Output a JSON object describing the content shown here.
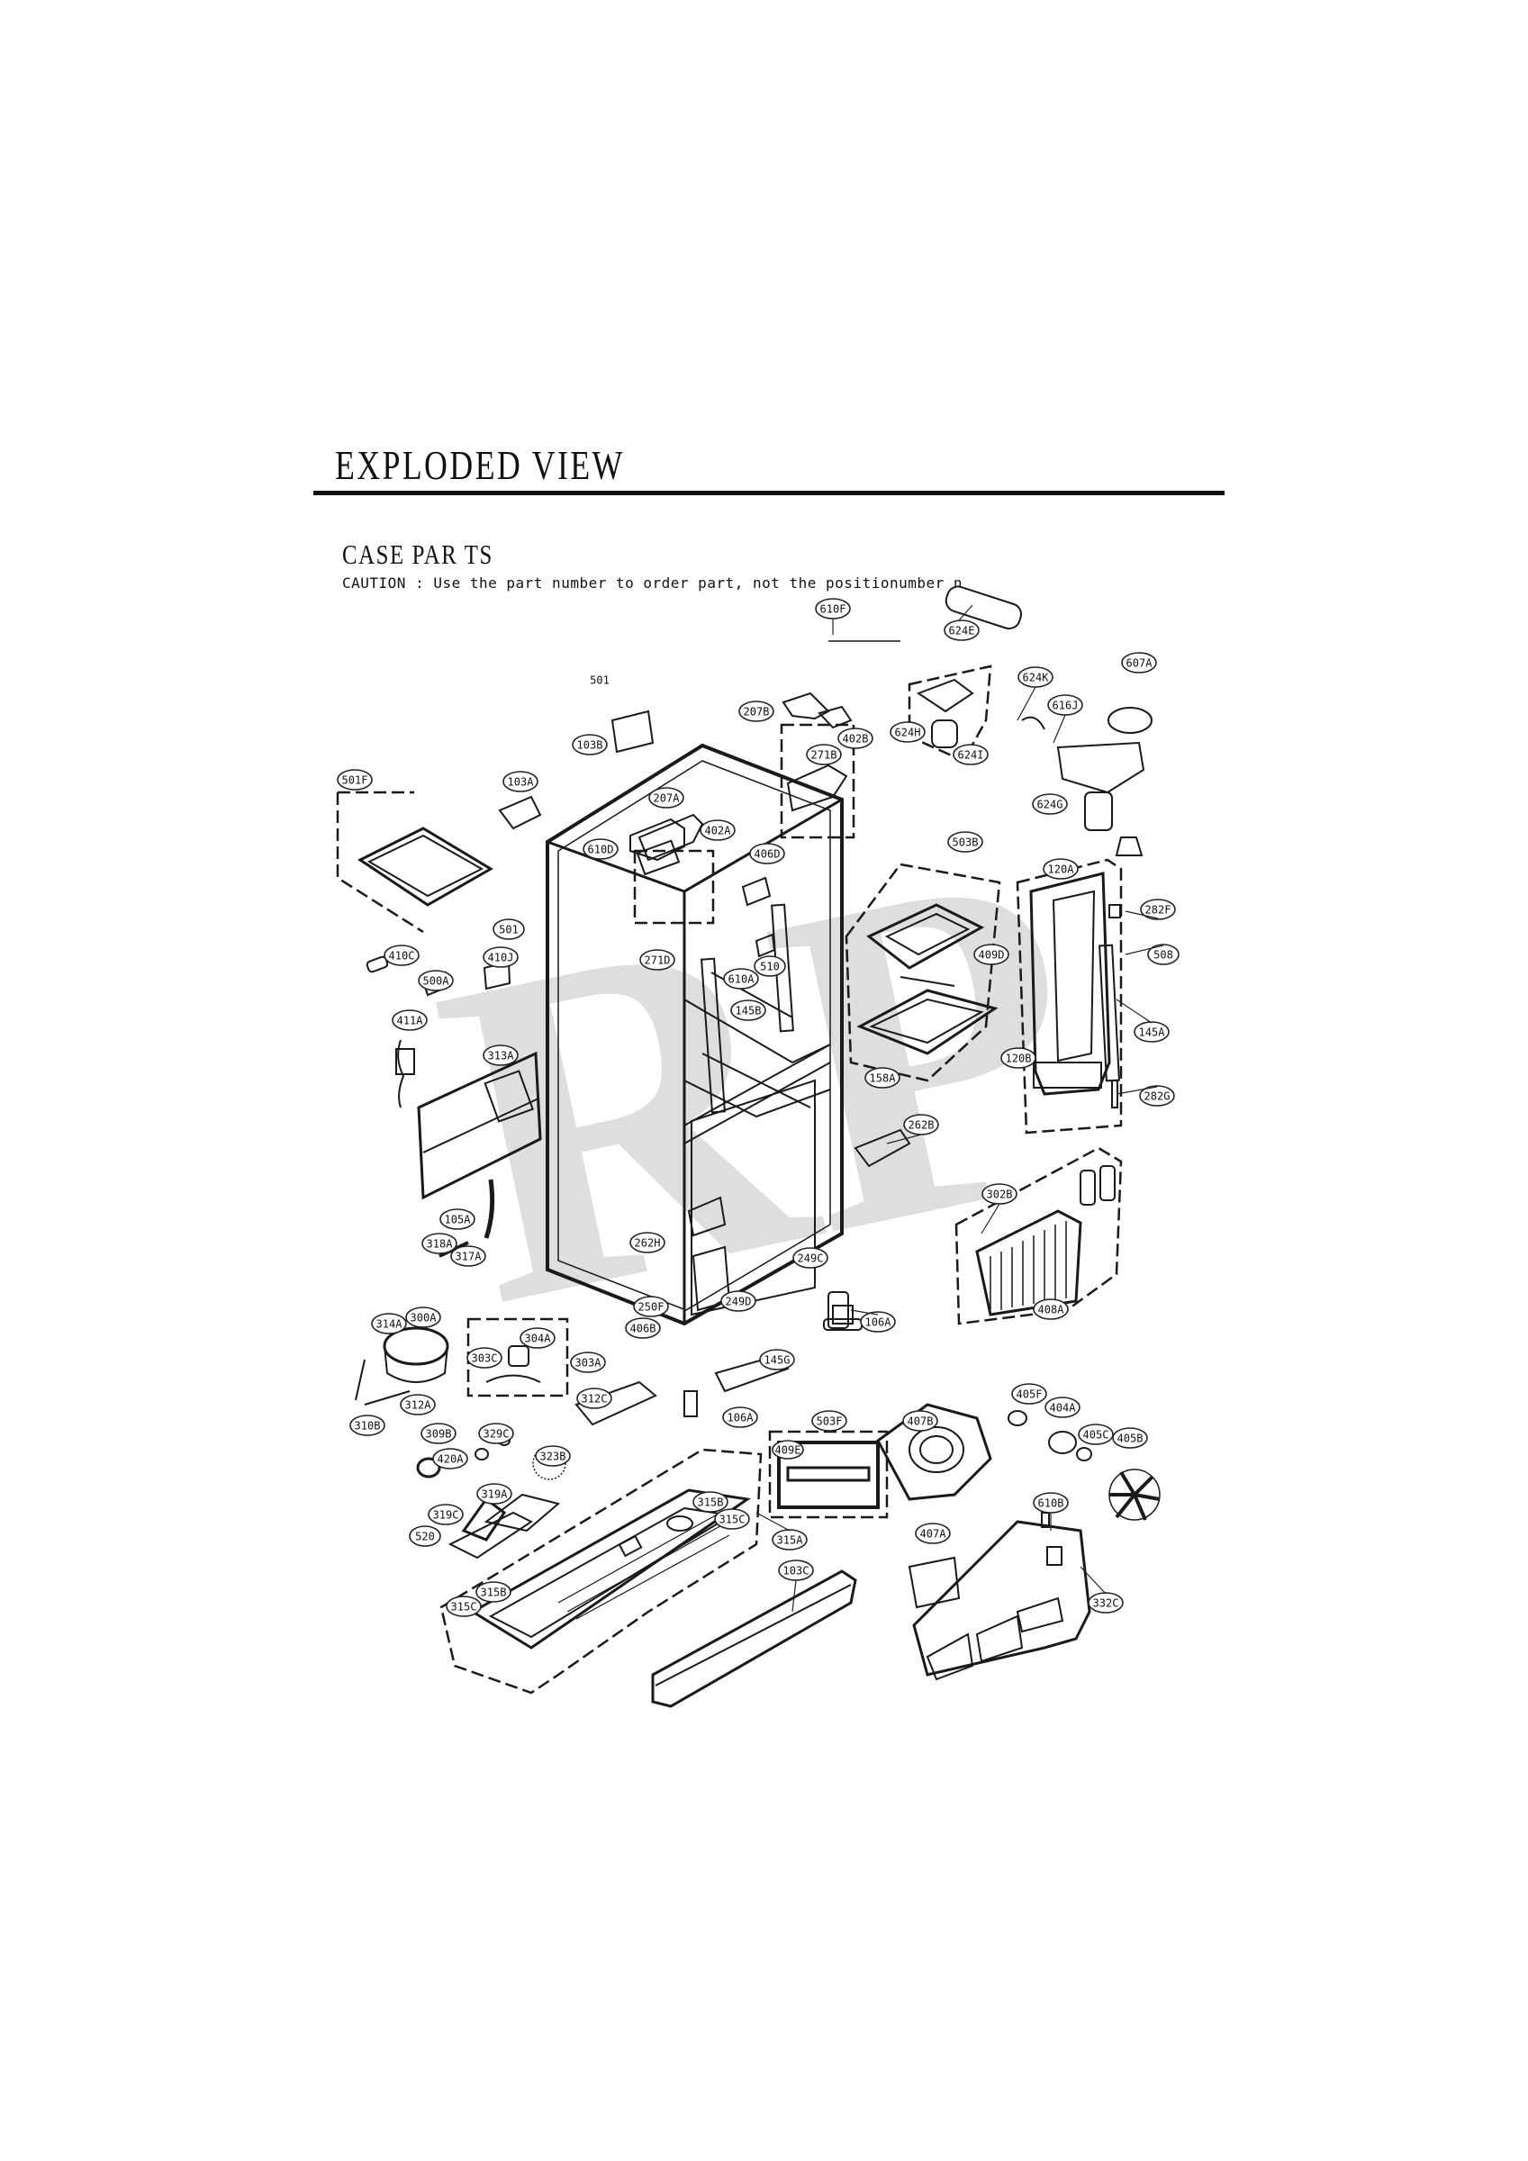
{
  "header": {
    "title": "EXPLODED VIEW",
    "section": "CASE  PAR TS",
    "caution": "CAUTION : Use the part number to order part, not the positionumber n"
  },
  "watermark": "RP",
  "callouts": {
    "c610F": "610F",
    "c624E": "624E",
    "c607A": "607A",
    "c624K": "624K",
    "c616J": "616J",
    "c624H": "624H",
    "c624I": "624I",
    "c624G": "624G",
    "c207B": "207B",
    "c402B": "402B",
    "c271B": "271B",
    "c103B": "103B",
    "c501F": "501F",
    "c103A": "103A",
    "c207A": "207A",
    "c402A": "402A",
    "c610D": "610D",
    "c406D": "406D",
    "c503B": "503B",
    "c120A": "120A",
    "c282F": "282F",
    "c508": "508",
    "c501": "501",
    "c410J": "410J",
    "c410C": "410C",
    "c271D": "271D",
    "c610A": "610A",
    "c510": "510",
    "c409D": "409D",
    "c500A": "500A",
    "c145B": "145B",
    "c145A": "145A",
    "c411A": "411A",
    "c158A": "158A",
    "c120B": "120B",
    "c313A": "313A",
    "c282G": "282G",
    "c262B": "262B",
    "c302B": "302B",
    "c105A": "105A",
    "c262H": "262H",
    "c318A": "318A",
    "c317A": "317A",
    "c249C": "249C",
    "c250F": "250F",
    "c249D": "249D",
    "c406B": "406B",
    "c106A": "106A",
    "c408A": "408A",
    "c314A": "314A",
    "c300A": "300A",
    "c304A": "304A",
    "c303C": "303C",
    "c303A": "303A",
    "c145G": "145G",
    "c312A": "312A",
    "c310B": "310B",
    "c312C": "312C",
    "c106A2": "106A",
    "c503F": "503F",
    "c405F": "405F",
    "c404A": "404A",
    "c309B": "309B",
    "c329C": "329C",
    "c407B": "407B",
    "c405C": "405C",
    "c405B": "405B",
    "c420A": "420A",
    "c323B": "323B",
    "c409E": "409E",
    "c319A": "319A",
    "c610B": "610B",
    "c315B": "315B",
    "c319C": "319C",
    "c315C": "315C",
    "c520": "520",
    "c407A": "407A",
    "c315A": "315A",
    "c103C": "103C",
    "c315B2": "315B",
    "c315C2": "315C",
    "c332C": "332C"
  },
  "plain_labels": {
    "p501top": "501"
  }
}
